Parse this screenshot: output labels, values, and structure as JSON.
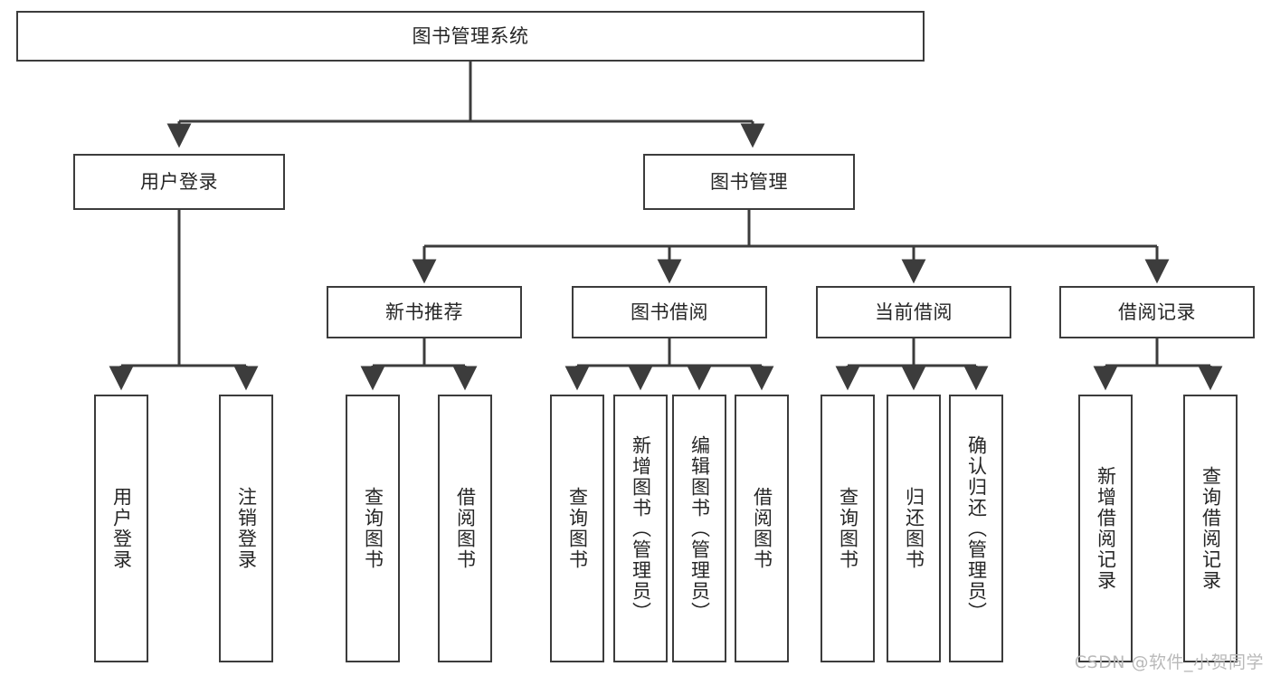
{
  "diagram": {
    "type": "tree-hierarchy-chart",
    "title": "图书管理系统",
    "watermark": "CSDN @软件_小贺同学",
    "colors": {
      "box_border": "#3c3c3c",
      "box_fill": "#ffffff",
      "connector": "#3c3c3c",
      "text": "#262626",
      "watermark": "#b9b9b9",
      "background": "#ffffff"
    },
    "nodes": {
      "root": {
        "label": "图书管理系统"
      },
      "level2": [
        {
          "label": "用户登录"
        },
        {
          "label": "图书管理"
        }
      ],
      "level3": [
        {
          "label": "新书推荐"
        },
        {
          "label": "图书借阅"
        },
        {
          "label": "当前借阅"
        },
        {
          "label": "借阅记录"
        }
      ],
      "leaves": {
        "user_login": [
          {
            "label": "用户登录"
          },
          {
            "label": "注销登录"
          }
        ],
        "new_book_recommend": [
          {
            "label": "查询图书"
          },
          {
            "label": "借阅图书"
          }
        ],
        "book_borrow": [
          {
            "label": "查询图书"
          },
          {
            "label": "新增图书（管理员）"
          },
          {
            "label": "编辑图书（管理员）"
          },
          {
            "label": "借阅图书"
          }
        ],
        "current_borrow": [
          {
            "label": "查询图书"
          },
          {
            "label": "归还图书"
          },
          {
            "label": "确认归还（管理员）"
          }
        ],
        "borrow_record": [
          {
            "label": "新增借阅记录"
          },
          {
            "label": "查询借阅记录"
          }
        ]
      }
    }
  }
}
